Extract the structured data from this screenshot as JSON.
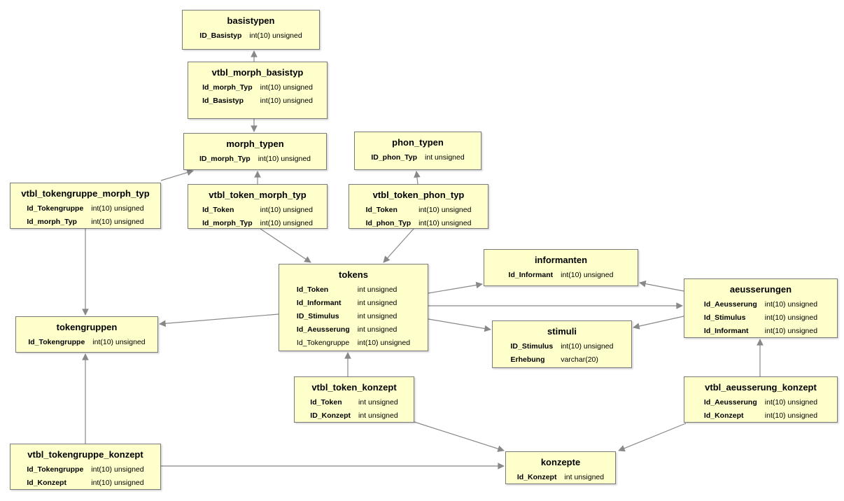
{
  "diagram": {
    "kind": "database-schema",
    "colors": {
      "table_fill": "#ffffcc",
      "table_border": "#7a7a7a",
      "arrow": "#888888",
      "background": "#ffffff",
      "text": "#000000"
    },
    "tables": [
      {
        "id": "basistypen",
        "title": "basistypen",
        "fields": [
          {
            "name": "ID_Basistyp",
            "type": "int(10) unsigned",
            "bold": true
          }
        ]
      },
      {
        "id": "vtbl_morph_basistyp",
        "title": "vtbl_morph_basistyp",
        "fields": [
          {
            "name": "Id_morph_Typ",
            "type": "int(10) unsigned",
            "bold": true
          },
          {
            "name": "Id_Basistyp",
            "type": "int(10) unsigned",
            "bold": true
          }
        ]
      },
      {
        "id": "morph_typen",
        "title": "morph_typen",
        "fields": [
          {
            "name": "ID_morph_Typ",
            "type": "int(10) unsigned",
            "bold": true
          }
        ]
      },
      {
        "id": "phon_typen",
        "title": "phon_typen",
        "fields": [
          {
            "name": "ID_phon_Typ",
            "type": "int unsigned",
            "bold": true
          }
        ]
      },
      {
        "id": "vtbl_tokengruppe_morph_typ",
        "title": "vtbl_tokengruppe_morph_typ",
        "fields": [
          {
            "name": "Id_Tokengruppe",
            "type": "int(10) unsigned",
            "bold": true
          },
          {
            "name": "Id_morph_Typ",
            "type": "int(10) unsigned",
            "bold": true
          }
        ]
      },
      {
        "id": "vtbl_token_morph_typ",
        "title": "vtbl_token_morph_typ",
        "fields": [
          {
            "name": "Id_Token",
            "type": "int(10) unsigned",
            "bold": true
          },
          {
            "name": "Id_morph_Typ",
            "type": "int(10) unsigned",
            "bold": true
          }
        ]
      },
      {
        "id": "vtbl_token_phon_typ",
        "title": "vtbl_token_phon_typ",
        "fields": [
          {
            "name": "Id_Token",
            "type": "int(10) unsigned",
            "bold": true
          },
          {
            "name": "Id_phon_Typ",
            "type": "int(10) unsigned",
            "bold": true
          }
        ]
      },
      {
        "id": "tokens",
        "title": "tokens",
        "fields": [
          {
            "name": "Id_Token",
            "type": "int unsigned",
            "bold": true
          },
          {
            "name": "Id_Informant",
            "type": "int unsigned",
            "bold": true
          },
          {
            "name": "ID_Stimulus",
            "type": "int unsigned",
            "bold": true
          },
          {
            "name": "Id_Aeusserung",
            "type": "int unsigned",
            "bold": true
          },
          {
            "name": "Id_Tokengruppe",
            "type": "int(10) unsigned",
            "bold": false
          }
        ]
      },
      {
        "id": "informanten",
        "title": "informanten",
        "fields": [
          {
            "name": "Id_Informant",
            "type": "int(10) unsigned",
            "bold": true
          }
        ]
      },
      {
        "id": "aeusserungen",
        "title": "aeusserungen",
        "fields": [
          {
            "name": "Id_Aeusserung",
            "type": "int(10) unsigned",
            "bold": true
          },
          {
            "name": "Id_Stimulus",
            "type": "int(10) unsigned",
            "bold": true
          },
          {
            "name": "Id_Informant",
            "type": "int(10) unsigned",
            "bold": true
          }
        ]
      },
      {
        "id": "tokengruppen",
        "title": "tokengruppen",
        "fields": [
          {
            "name": "Id_Tokengruppe",
            "type": "int(10) unsigned",
            "bold": true
          }
        ]
      },
      {
        "id": "stimuli",
        "title": "stimuli",
        "fields": [
          {
            "name": "ID_Stimulus",
            "type": "int(10) unsigned",
            "bold": true
          },
          {
            "name": "Erhebung",
            "type": "varchar(20)",
            "bold": true
          }
        ]
      },
      {
        "id": "vtbl_token_konzept",
        "title": "vtbl_token_konzept",
        "fields": [
          {
            "name": "Id_Token",
            "type": "int unsigned",
            "bold": true
          },
          {
            "name": "ID_Konzept",
            "type": "int unsigned",
            "bold": true
          }
        ]
      },
      {
        "id": "vtbl_aeusserung_konzept",
        "title": "vtbl_aeusserung_konzept",
        "fields": [
          {
            "name": "Id_Aeusserung",
            "type": "int(10) unsigned",
            "bold": true
          },
          {
            "name": "Id_Konzept",
            "type": "int(10) unsigned",
            "bold": true
          }
        ]
      },
      {
        "id": "vtbl_tokengruppe_konzept",
        "title": "vtbl_tokengruppe_konzept",
        "fields": [
          {
            "name": "Id_Tokengruppe",
            "type": "int(10) unsigned",
            "bold": true
          },
          {
            "name": "Id_Konzept",
            "type": "int(10) unsigned",
            "bold": true
          }
        ]
      },
      {
        "id": "konzepte",
        "title": "konzepte",
        "fields": [
          {
            "name": "Id_Konzept",
            "type": "int unsigned",
            "bold": true
          }
        ]
      }
    ],
    "relations": [
      {
        "from": "vtbl_morph_basistyp",
        "to": "basistypen"
      },
      {
        "from": "vtbl_morph_basistyp",
        "to": "morph_typen"
      },
      {
        "from": "vtbl_token_morph_typ",
        "to": "morph_typen"
      },
      {
        "from": "vtbl_tokengruppe_morph_typ",
        "to": "morph_typen"
      },
      {
        "from": "vtbl_token_phon_typ",
        "to": "phon_typen"
      },
      {
        "from": "vtbl_token_morph_typ",
        "to": "tokens"
      },
      {
        "from": "vtbl_token_phon_typ",
        "to": "tokens"
      },
      {
        "from": "tokens",
        "to": "informanten"
      },
      {
        "from": "tokens",
        "to": "aeusserungen"
      },
      {
        "from": "tokens",
        "to": "stimuli"
      },
      {
        "from": "tokens",
        "to": "tokengruppen"
      },
      {
        "from": "aeusserungen",
        "to": "informanten"
      },
      {
        "from": "aeusserungen",
        "to": "stimuli"
      },
      {
        "from": "vtbl_tokengruppe_morph_typ",
        "to": "tokengruppen"
      },
      {
        "from": "vtbl_tokengruppe_konzept",
        "to": "tokengruppen"
      },
      {
        "from": "vtbl_token_konzept",
        "to": "tokens"
      },
      {
        "from": "vtbl_aeusserung_konzept",
        "to": "aeusserungen"
      },
      {
        "from": "vtbl_token_konzept",
        "to": "konzepte"
      },
      {
        "from": "vtbl_aeusserung_konzept",
        "to": "konzepte"
      },
      {
        "from": "vtbl_tokengruppe_konzept",
        "to": "konzepte"
      }
    ]
  }
}
